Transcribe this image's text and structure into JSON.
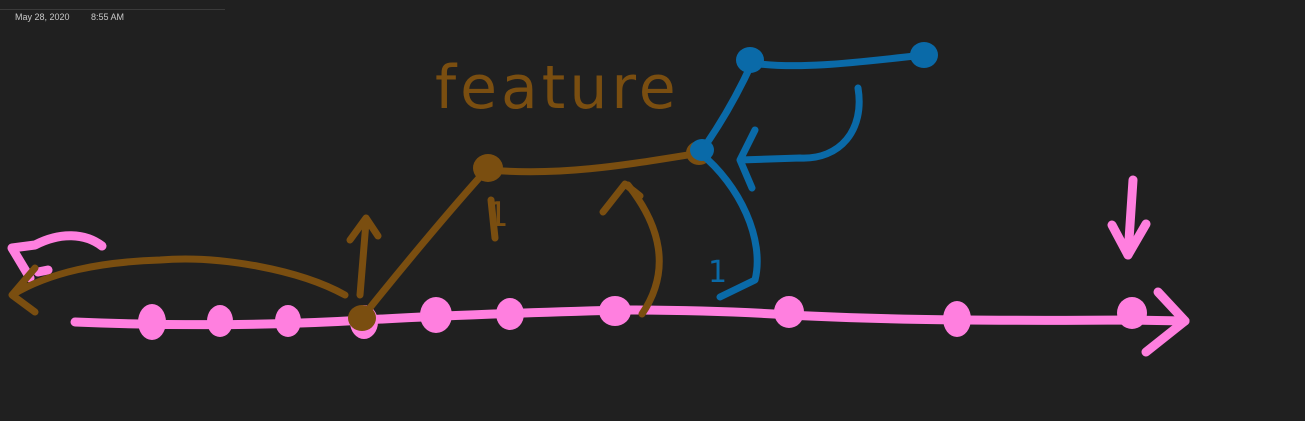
{
  "header": {
    "date": "May 28, 2020",
    "time": "8:55 AM"
  },
  "ink": {
    "label": "feature",
    "mark_1": "1",
    "mark_2": "1",
    "colors": {
      "background": "#202020",
      "pink": "#ff7fdf",
      "brown": "#7a4e10",
      "blue": "#0a6aa8"
    }
  }
}
